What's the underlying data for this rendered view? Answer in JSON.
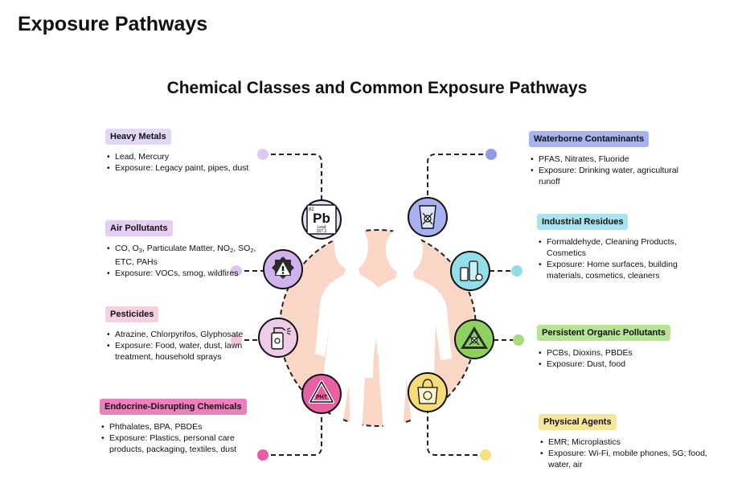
{
  "page_title": "Exposure Pathways",
  "diagram_title": "Chemical Classes and Common Exposure Pathways",
  "colors": {
    "center": "#f9d6c5",
    "silhouette": "#ffffff",
    "line": "#222222"
  },
  "element_tile": {
    "symbol": "Pb",
    "number": "82",
    "name": "Lead",
    "mass": "207.2"
  },
  "recycle_code": "PHT",
  "categories": [
    {
      "key": "heavy-metals",
      "label": "Heavy Metals",
      "bg": "#e3d7f7",
      "dot": "#dccaf3",
      "icon_bg": "#e6dcf5",
      "icon": "periodic-tile-icon",
      "bullets": [
        "Lead, Mercury",
        "Exposure: Legacy paint, pipes, dust"
      ]
    },
    {
      "key": "air-pollutants",
      "label": "Air Pollutants",
      "bg": "#e6cdf4",
      "dot": "#dcc4ef",
      "icon_bg": "#cfb2ee",
      "icon": "warning-icon",
      "bullets_rich": [
        [
          "CO, O",
          "3",
          ", Particulate Matter, NO",
          "2",
          ", SO",
          "2",
          ", ETC, PAHs"
        ],
        [
          "Exposure: VOCs, smog, wildfires"
        ]
      ]
    },
    {
      "key": "pesticides",
      "label": "Pesticides",
      "bg": "#f6cfe0",
      "dot": "#f5c4dc",
      "icon_bg": "#f0cbe6",
      "icon": "spray-bottle-icon",
      "bullets": [
        "Atrazine, Chlorpyrifos, Glyphosate",
        "Exposure: Food, water, dust, lawn treatment, household sprays"
      ]
    },
    {
      "key": "endocrine",
      "label": "Endocrine-Disrupting Chemicals",
      "bg": "#ee7fbd",
      "dot": "#ea5ba8",
      "icon_bg": "#e95fa4",
      "icon": "recycle-icon",
      "bullets": [
        "Phthalates, BPA, PBDEs",
        "Exposure: Plastics, personal care products, packaging, textiles, dust"
      ]
    },
    {
      "key": "waterborne",
      "label": "Waterborne Contaminants",
      "bg": "#a7b3ef",
      "dot": "#8e9ce7",
      "icon_bg": "#a6b1ee",
      "icon": "water-glass-icon",
      "bullets": [
        "PFAS, Nitrates, Fluoride",
        "Exposure: Drinking water, agricultural runoff"
      ]
    },
    {
      "key": "industrial",
      "label": "Industrial Residues",
      "bg": "#a8e4ee",
      "dot": "#92dde7",
      "icon_bg": "#92dfea",
      "icon": "cleaning-products-icon",
      "bullets": [
        "Formaldehyde, Cleaning Products, Cosmetics",
        "Exposure: Home surfaces, building materials, cosmetics, cleaners"
      ]
    },
    {
      "key": "pops",
      "label": "Persistent Organic Pollutants",
      "bg": "#b7e494",
      "dot": "#a6dc7c",
      "icon_bg": "#8fd15e",
      "icon": "toxic-hazard-icon",
      "bullets": [
        "PCBs, Dioxins, PBDEs",
        "Exposure: Dust, food"
      ]
    },
    {
      "key": "physical",
      "label": "Physical Agents",
      "bg": "#f8e59c",
      "dot": "#f6e082",
      "icon_bg": "#f5dc74",
      "icon": "plastic-bag-icon",
      "bullets": [
        "EMR; Microplastics",
        "Exposure: Wi-Fi, mobile phones, 5G; food, water, air"
      ]
    }
  ]
}
